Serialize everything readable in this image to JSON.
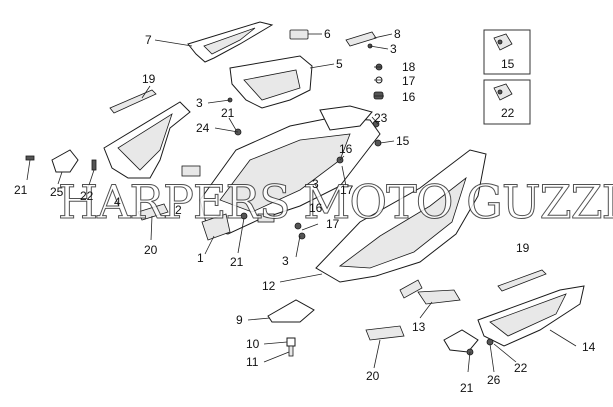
{
  "watermark": "HARPERS MOTO GUZZI©",
  "legend_boxes": [
    {
      "id": "box-15",
      "label": "15"
    },
    {
      "id": "box-22",
      "label": "22"
    }
  ],
  "callouts": [
    {
      "key": "c7",
      "label": "7"
    },
    {
      "key": "c6",
      "label": "6"
    },
    {
      "key": "c8",
      "label": "8"
    },
    {
      "key": "c3a",
      "label": "3"
    },
    {
      "key": "c5",
      "label": "5"
    },
    {
      "key": "c18",
      "label": "18"
    },
    {
      "key": "c17a",
      "label": "17"
    },
    {
      "key": "c16a",
      "label": "16"
    },
    {
      "key": "c19a",
      "label": "19"
    },
    {
      "key": "c3b",
      "label": "3"
    },
    {
      "key": "c21a",
      "label": "21"
    },
    {
      "key": "c24",
      "label": "24"
    },
    {
      "key": "c23",
      "label": "23"
    },
    {
      "key": "c15",
      "label": "15"
    },
    {
      "key": "c16b",
      "label": "16"
    },
    {
      "key": "c17b",
      "label": "17"
    },
    {
      "key": "c3c",
      "label": "3"
    },
    {
      "key": "c21b",
      "label": "21"
    },
    {
      "key": "c25",
      "label": "25"
    },
    {
      "key": "c22a",
      "label": "22"
    },
    {
      "key": "c4",
      "label": "4"
    },
    {
      "key": "c2",
      "label": "2"
    },
    {
      "key": "c20a",
      "label": "20"
    },
    {
      "key": "c1",
      "label": "1"
    },
    {
      "key": "c21c",
      "label": "21"
    },
    {
      "key": "c16c",
      "label": "16"
    },
    {
      "key": "c17c",
      "label": "17"
    },
    {
      "key": "c3d",
      "label": "3"
    },
    {
      "key": "c12",
      "label": "12"
    },
    {
      "key": "c19b",
      "label": "19"
    },
    {
      "key": "c9",
      "label": "9"
    },
    {
      "key": "c13",
      "label": "13"
    },
    {
      "key": "c14",
      "label": "14"
    },
    {
      "key": "c10",
      "label": "10"
    },
    {
      "key": "c11",
      "label": "11"
    },
    {
      "key": "c20b",
      "label": "20"
    },
    {
      "key": "c21d",
      "label": "21"
    },
    {
      "key": "c26",
      "label": "26"
    },
    {
      "key": "c22b",
      "label": "22"
    }
  ]
}
